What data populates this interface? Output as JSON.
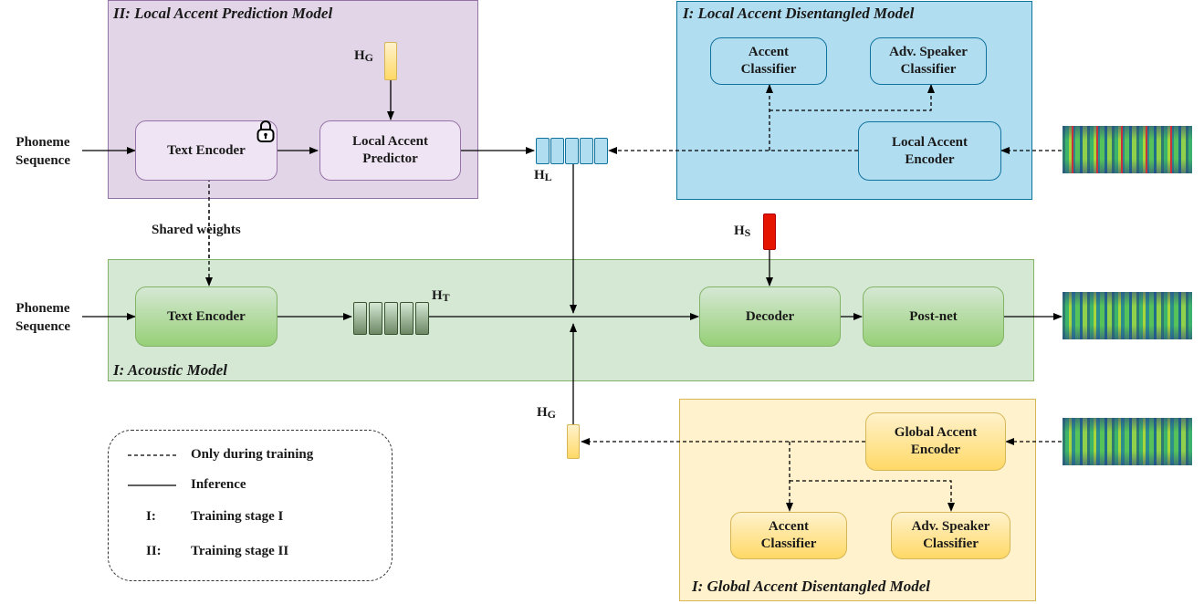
{
  "regions": {
    "prediction_title": "II: Local Accent Prediction Model",
    "local_disentangled_title": "I: Local Accent Disentangled Model",
    "acoustic_title": "I: Acoustic Model",
    "global_disentangled_title": "I: Global Accent Disentangled Model"
  },
  "boxes": {
    "text_encoder_top": "Text Encoder",
    "local_accent_predictor": "Local Accent\nPredictor",
    "accent_classifier_top": "Accent\nClassifier",
    "adv_speaker_classifier_top": "Adv. Speaker\nClassifier",
    "local_accent_encoder": "Local Accent\nEncoder",
    "text_encoder_bottom": "Text Encoder",
    "decoder": "Decoder",
    "post_net": "Post-net",
    "global_accent_encoder": "Global Accent\nEncoder",
    "accent_classifier_bottom": "Accent\nClassifier",
    "adv_speaker_classifier_bottom": "Adv. Speaker\nClassifier"
  },
  "inputs": {
    "phoneme_top": "Phoneme\nSequence",
    "phoneme_bottom": "Phoneme\nSequence",
    "shared_weights": "Shared weights"
  },
  "symbols": {
    "h_letter": "H",
    "hg_sub": "G",
    "hl_sub": "L",
    "hs_sub": "S",
    "ht_sub": "T"
  },
  "legend": {
    "dashed_label": "Only during training",
    "solid_label": "Inference",
    "stage1_key": "I:",
    "stage1_label": "Training stage I",
    "stage2_key": "II:",
    "stage2_label": "Training stage II"
  },
  "colors": {
    "purple_region": "#e1d5e7",
    "blue_region": "#b1ddf0",
    "green_region": "#d5e8d4",
    "yellow_region": "#fff2cc",
    "speaker_embedding": "#e51400",
    "global_embedding": "#ffd966",
    "local_cells": "#b1ddf0",
    "text_cells": "#6d8764"
  }
}
